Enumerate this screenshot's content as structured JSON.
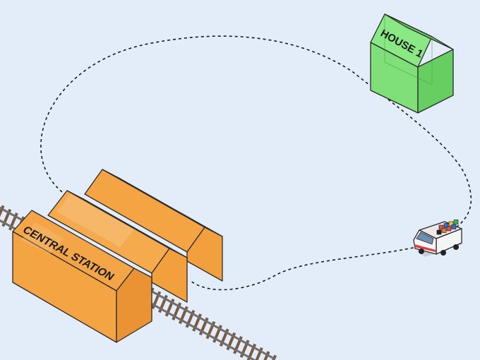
{
  "scene": {
    "station": {
      "label": "CENTRAL STATION",
      "roof_color": "#f5a444",
      "roof_dark": "#e08a2a",
      "roof_light": "#f8bb6a"
    },
    "house": {
      "label": "HOUSE 1",
      "fill_color": "#80e27a",
      "dark_color": "#56c052"
    },
    "route": {
      "color": "#1a1a1a",
      "style": "dashed"
    },
    "vehicle": {
      "name": "delivery-van",
      "body_color": "#f2f2f2",
      "accent_color": "#d84040",
      "window_color": "#6f8fb0"
    },
    "railway": {
      "rail_color": "#777777",
      "sleeper_color": "#7a5a40"
    }
  }
}
